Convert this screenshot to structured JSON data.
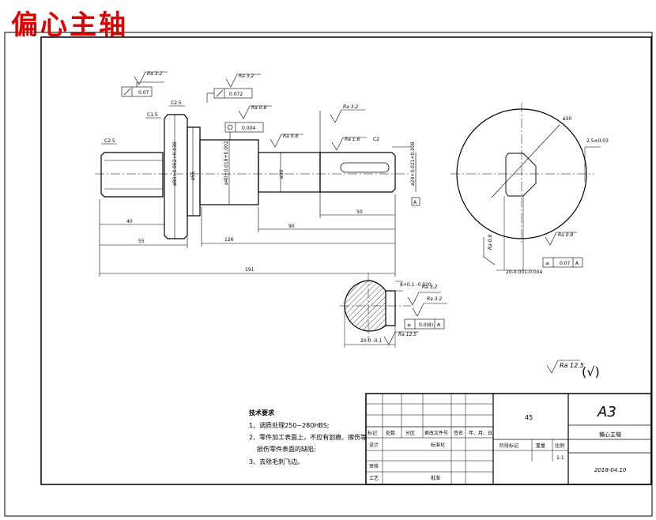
{
  "drawing_title": "偏心主轴",
  "surface_finish": {
    "ra_3_2": "Ra 3.2",
    "ra_0_8": "Ra 0.8",
    "ra_1_6": "Ra 1.6",
    "ra_12_5": "Ra 12.5",
    "general": "Ra 12.5",
    "other_mark": "(√)"
  },
  "tolerances": {
    "runout_1": "0.07",
    "runout_2": "0.072",
    "cylindricity": "0.004",
    "symmetry_main": "0.07",
    "symmetry_small": "0.0(8)",
    "datum": "A"
  },
  "chamfers": {
    "c2_5_left": "C2.5",
    "c2_5_top": "C2.5",
    "c1_5": "C1.5",
    "c2": "C2"
  },
  "diameters": {
    "d80": "ø80+0.062+0.038",
    "d55": "ø55",
    "d40": "ø40+0.018+0.002",
    "d30": "ø30",
    "d24": "ø24+0.021+0.008"
  },
  "lengths": {
    "l40": "40",
    "l55": "55",
    "l126": "126",
    "l90": "90",
    "l50": "50",
    "l191": "191"
  },
  "end_view": {
    "d30": "ø30",
    "offset": "2.5±0.03",
    "keyway": "20-0.001-0.004"
  },
  "section_view": {
    "width": "20-0 -0.1",
    "depth": "8+0.1 -0.020"
  },
  "notes": {
    "heading": "技术要求",
    "items": [
      "1、调质处理250~280HBS;",
      "2、零件加工表面上，不应有划痕、擦伤等",
      "损伤零件表面的缺陷;",
      "3、去除毛刺飞边。"
    ]
  },
  "title_block": {
    "sheet_size": "A3",
    "material": "45",
    "part_name": "偏心主轴",
    "date": "2018-04.10",
    "scale": "1:1",
    "labels": {
      "mark": "标记",
      "count": "处数",
      "zone": "分区",
      "change_doc": "更改文件号",
      "sign": "签名",
      "ymd": "年、月、日",
      "design": "设计",
      "standardize": "标准化",
      "stage_mark": "阶段标记",
      "weight": "重量",
      "ratio": "比例",
      "review": "审核",
      "process": "工艺",
      "approve": "批准"
    }
  }
}
